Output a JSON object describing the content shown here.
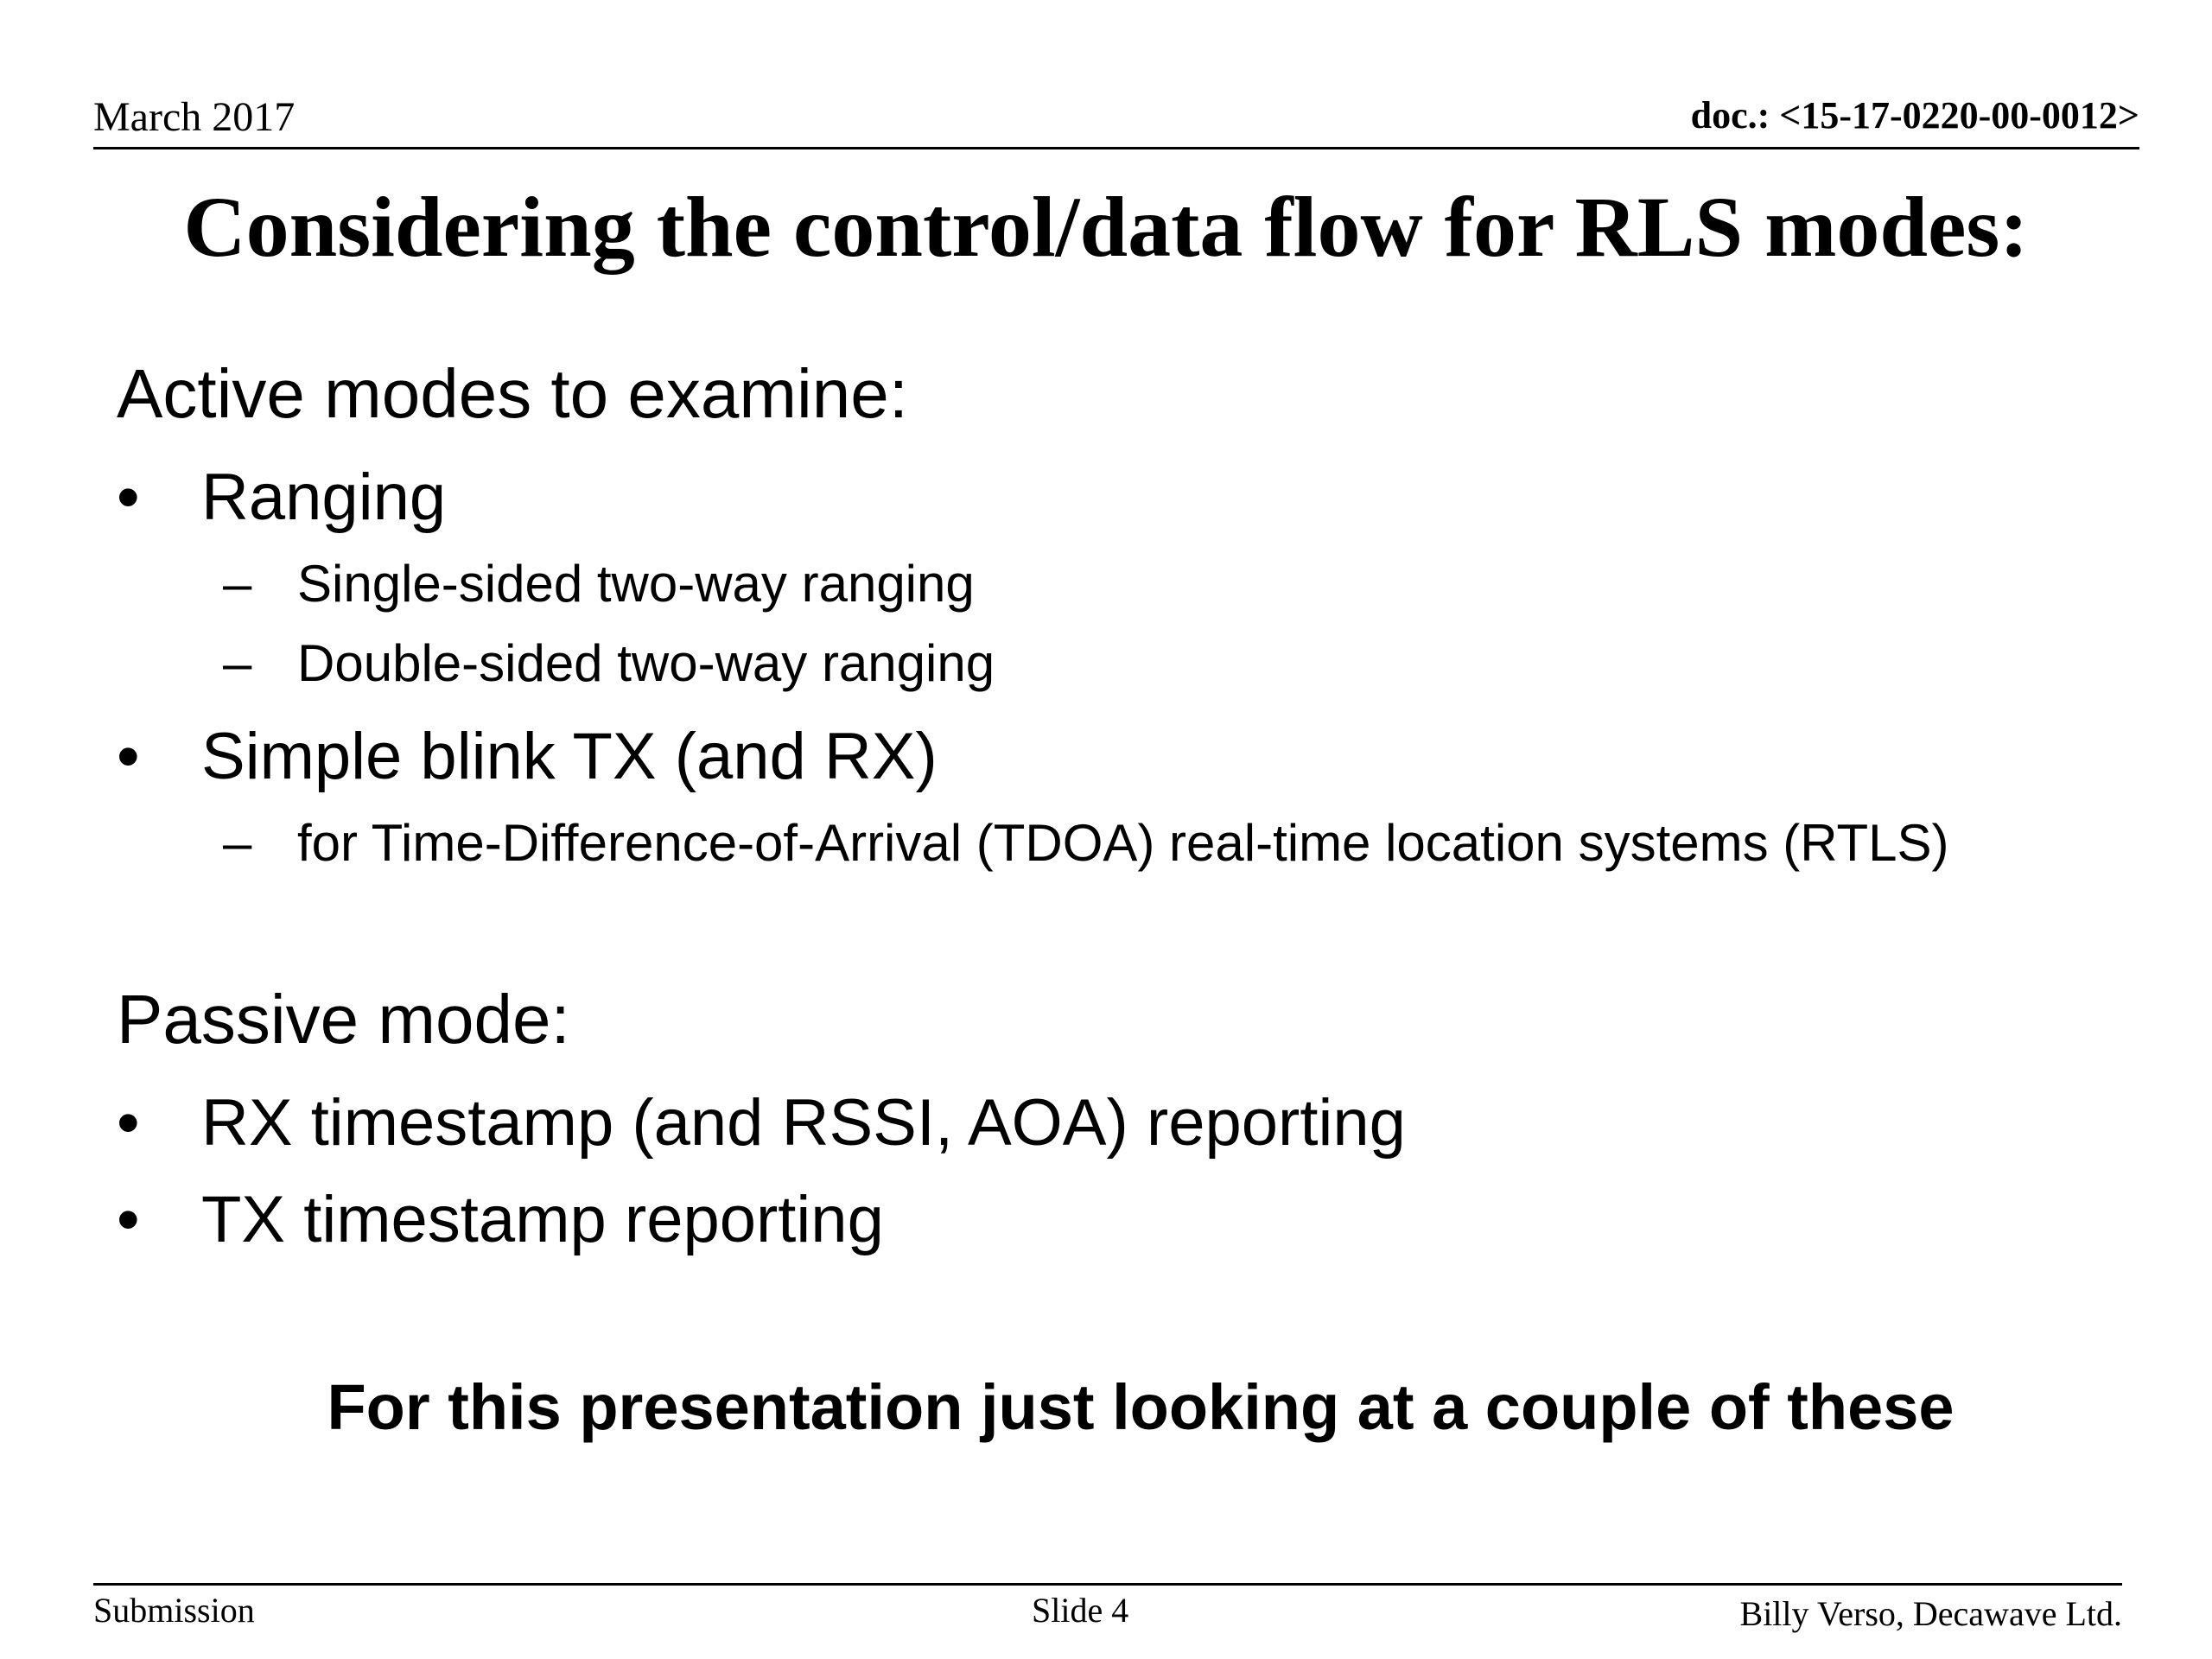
{
  "header": {
    "date": "March 2017",
    "doc_id": "doc.: <15-17-0220-00-0012>"
  },
  "title": "Considering the control/data flow for RLS modes:",
  "active_section": {
    "heading": "Active modes to examine:",
    "bullets": [
      {
        "label": "Ranging",
        "subitems": [
          "Single-sided two-way ranging",
          "Double-sided two-way ranging"
        ]
      },
      {
        "label": "Simple blink TX (and RX)",
        "subitems": [
          "for Time-Difference-of-Arrival (TDOA) real-time location systems (RTLS)"
        ]
      }
    ]
  },
  "passive_section": {
    "heading": "Passive mode:",
    "bullets": [
      {
        "label": "RX timestamp (and RSSI, AOA) reporting"
      },
      {
        "label": "TX timestamp reporting"
      }
    ]
  },
  "callout": "For this presentation just looking at a couple of these",
  "glyphs": {
    "bullet": "•",
    "dash": "–"
  },
  "footer": {
    "left": "Submission",
    "center": "Slide 4",
    "right": "Billy Verso,  Decawave Ltd."
  }
}
